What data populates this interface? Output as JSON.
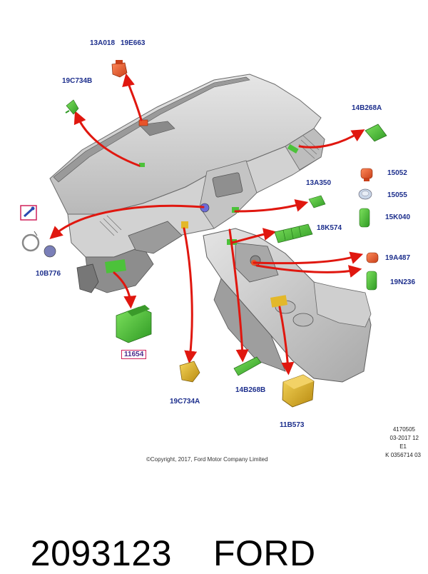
{
  "parts": {
    "p13A018": "13A018",
    "p19E663": "19E663",
    "p19C734B": "19C734B",
    "p14B268A": "14B268A",
    "p13A350": "13A350",
    "p15052": "15052",
    "p15055": "15055",
    "p15K040": "15K040",
    "p18K574": "18K574",
    "p19A487": "19A487",
    "p19N236": "19N236",
    "p10B776": "10B776",
    "p11654": "11654",
    "p19C734A": "19C734A",
    "p14B268B": "14B268B",
    "p11B573": "11B573"
  },
  "copyright": "©Copyright, 2017, Ford Motor Company Limited",
  "reference": {
    "line1": "4170505",
    "line2": "03-2017 12",
    "line3": "E1",
    "line4": "K 0356714 03"
  },
  "caption": {
    "part_number": "2093123",
    "brand": "FORD"
  },
  "colors": {
    "arrow": "#e0170f",
    "label": "#1c2e8c",
    "highlight_box": "#d0205a",
    "part_red": "#e8542a",
    "part_green": "#4cc23a",
    "part_yellow": "#e3b82a"
  }
}
